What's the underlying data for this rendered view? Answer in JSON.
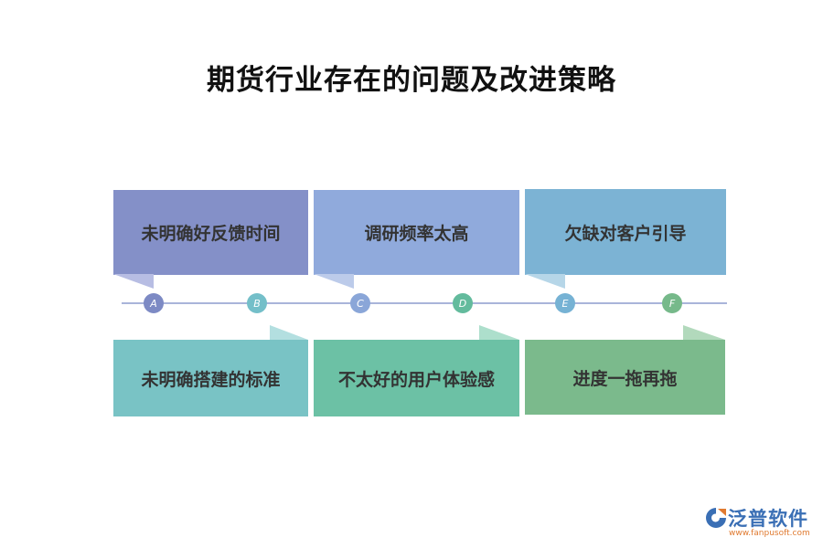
{
  "title": "期货行业存在的问题及改进策略",
  "colors": {
    "top1": "#8490c8",
    "top2": "#90aadc",
    "top3": "#7cb3d4",
    "bottom1": "#79c3c5",
    "bottom2": "#6cc1a5",
    "bottom3": "#7bba8c",
    "timeline": "#a9b4da"
  },
  "top_items": [
    {
      "label": "未明确好反馈时间"
    },
    {
      "label": "调研频率太高"
    },
    {
      "label": "欠缺对客户引导"
    }
  ],
  "bottom_items": [
    {
      "label": "未明确搭建的标准"
    },
    {
      "label": "不太好的用户体验感"
    },
    {
      "label": "进度一拖再拖"
    }
  ],
  "nodes": [
    {
      "label": "A",
      "color": "#7d8ac4"
    },
    {
      "label": "B",
      "color": "#74bfc9"
    },
    {
      "label": "C",
      "color": "#8aa6d8"
    },
    {
      "label": "D",
      "color": "#63bb9d"
    },
    {
      "label": "E",
      "color": "#76b2d4"
    },
    {
      "label": "F",
      "color": "#76b98a"
    }
  ],
  "logo": {
    "name": "泛普软件",
    "url": "www.fanpusoft.com",
    "icon": "fanpu-logo-icon"
  }
}
